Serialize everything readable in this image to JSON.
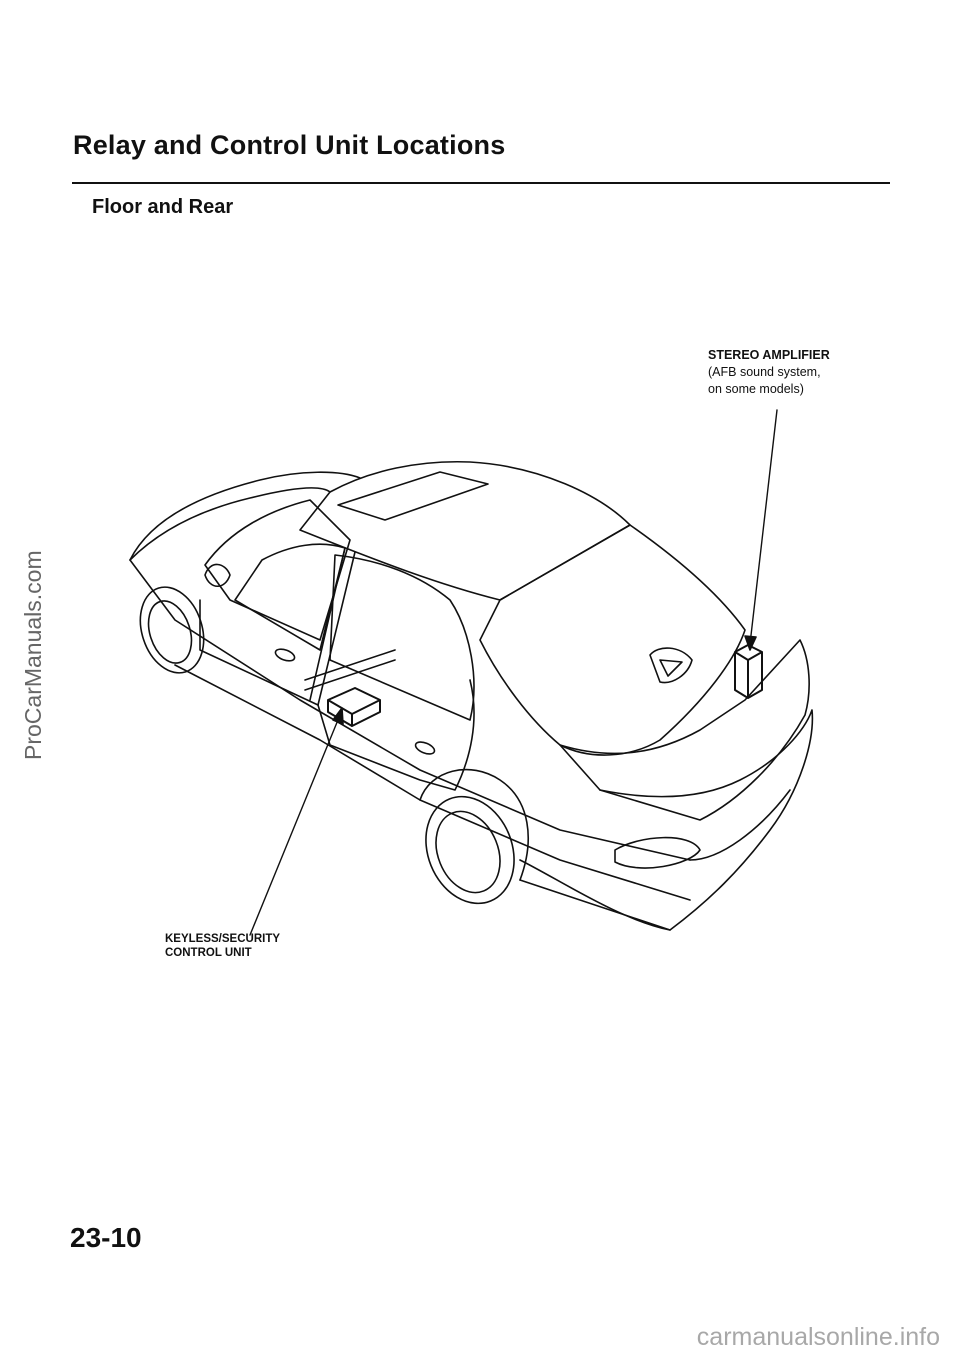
{
  "header": {
    "title": "Relay and Control Unit Locations",
    "section": "Floor and Rear"
  },
  "figure": {
    "stereo_amplifier": {
      "line1": "STEREO AMPLIFIER",
      "line2": "(AFB sound system,",
      "line3": "on some models)"
    },
    "keyless_unit": {
      "line1": "KEYLESS/SECURITY",
      "line2": "CONTROL UNIT"
    }
  },
  "footer": {
    "page_number": "23-10"
  },
  "watermarks": {
    "side": "ProCarManuals.com",
    "bottom": "carmanualsonline.info"
  }
}
